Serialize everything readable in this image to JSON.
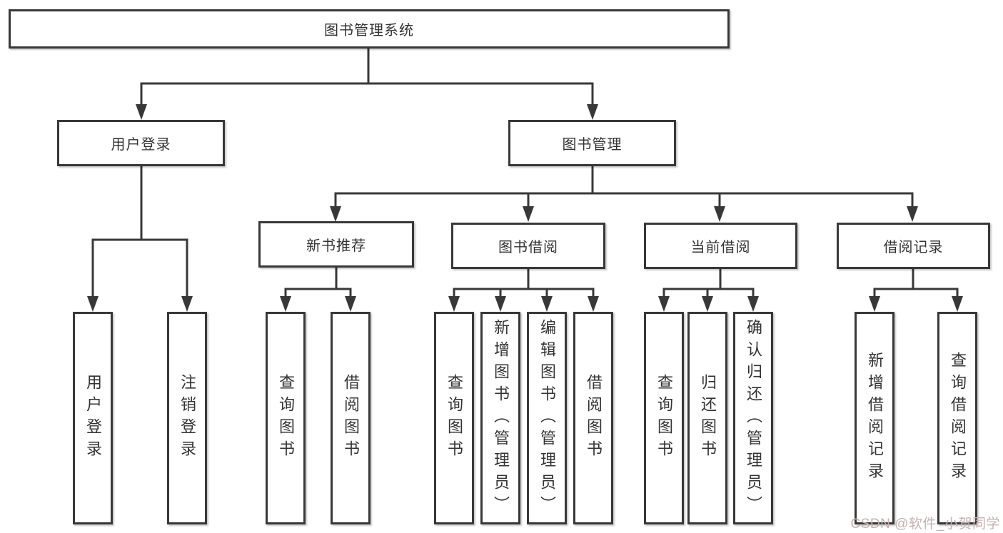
{
  "tree": {
    "root": {
      "label": "图书管理系统"
    },
    "level2": [
      {
        "label": "用户登录"
      },
      {
        "label": "图书管理"
      }
    ],
    "level3": [
      {
        "label": "新书推荐"
      },
      {
        "label": "图书借阅"
      },
      {
        "label": "当前借阅"
      },
      {
        "label": "借阅记录"
      }
    ],
    "leaves": {
      "user_login": [
        {
          "label": "用户登录"
        },
        {
          "label": "注销登录"
        }
      ],
      "new_book_rec": [
        {
          "label": "查询图书"
        },
        {
          "label": "借阅图书"
        }
      ],
      "book_borrow": [
        {
          "label": "查询图书"
        },
        {
          "label": "新增图书（管理员）"
        },
        {
          "label": "编辑图书（管理员）"
        },
        {
          "label": "借阅图书"
        }
      ],
      "current_borrow": [
        {
          "label": "查询图书"
        },
        {
          "label": "归还图书"
        },
        {
          "label": "确认归还（管理员）"
        }
      ],
      "borrow_record": [
        {
          "label": "新增借阅记录"
        },
        {
          "label": "查询借阅记录"
        }
      ]
    }
  },
  "watermark": {
    "text": "CSDN @软件_小贺同学"
  },
  "colors": {
    "line": "#383838",
    "text": "#333333",
    "watermark": "#c4b2b2",
    "background": "#ffffff"
  }
}
